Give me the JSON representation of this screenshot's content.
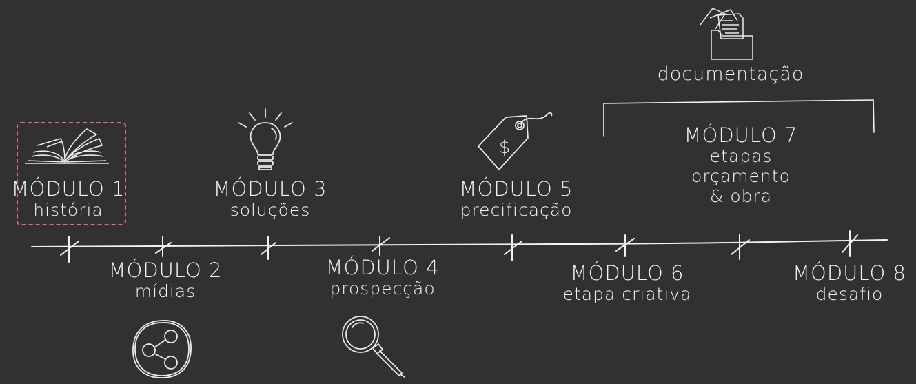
{
  "diagram": {
    "type": "timeline",
    "background_color": "#313131",
    "line_color": "#f2f2f2",
    "highlight_color": "#d9707b",
    "highlighted_module": 1
  },
  "modules": [
    {
      "title": "MÓDULO 1",
      "subtitle": "história",
      "icon": "open-book-icon",
      "position": "above"
    },
    {
      "title": "MÓDULO 2",
      "subtitle": "mídias",
      "icon": "share-icon",
      "position": "below"
    },
    {
      "title": "MÓDULO 3",
      "subtitle": "soluções",
      "icon": "lightbulb-icon",
      "position": "above"
    },
    {
      "title": "MÓDULO 4",
      "subtitle": "prospecção",
      "icon": "magnifying-glass-icon",
      "position": "below"
    },
    {
      "title": "MÓDULO 5",
      "subtitle": "precificação",
      "icon": "price-tag-icon",
      "position": "above"
    },
    {
      "title": "MÓDULO 6",
      "subtitle": "etapa criativa",
      "position": "below"
    },
    {
      "title": "MÓDULO 7",
      "subtitle_lines": [
        "etapas",
        "orçamento",
        "& obra"
      ],
      "position": "above"
    },
    {
      "title": "MÓDULO 8",
      "subtitle": "desafio",
      "position": "below"
    }
  ],
  "bracket": {
    "label": "documentação",
    "icon": "folder-documents-icon",
    "spans_modules": [
      6,
      8
    ]
  },
  "price_tag_symbol": "$"
}
